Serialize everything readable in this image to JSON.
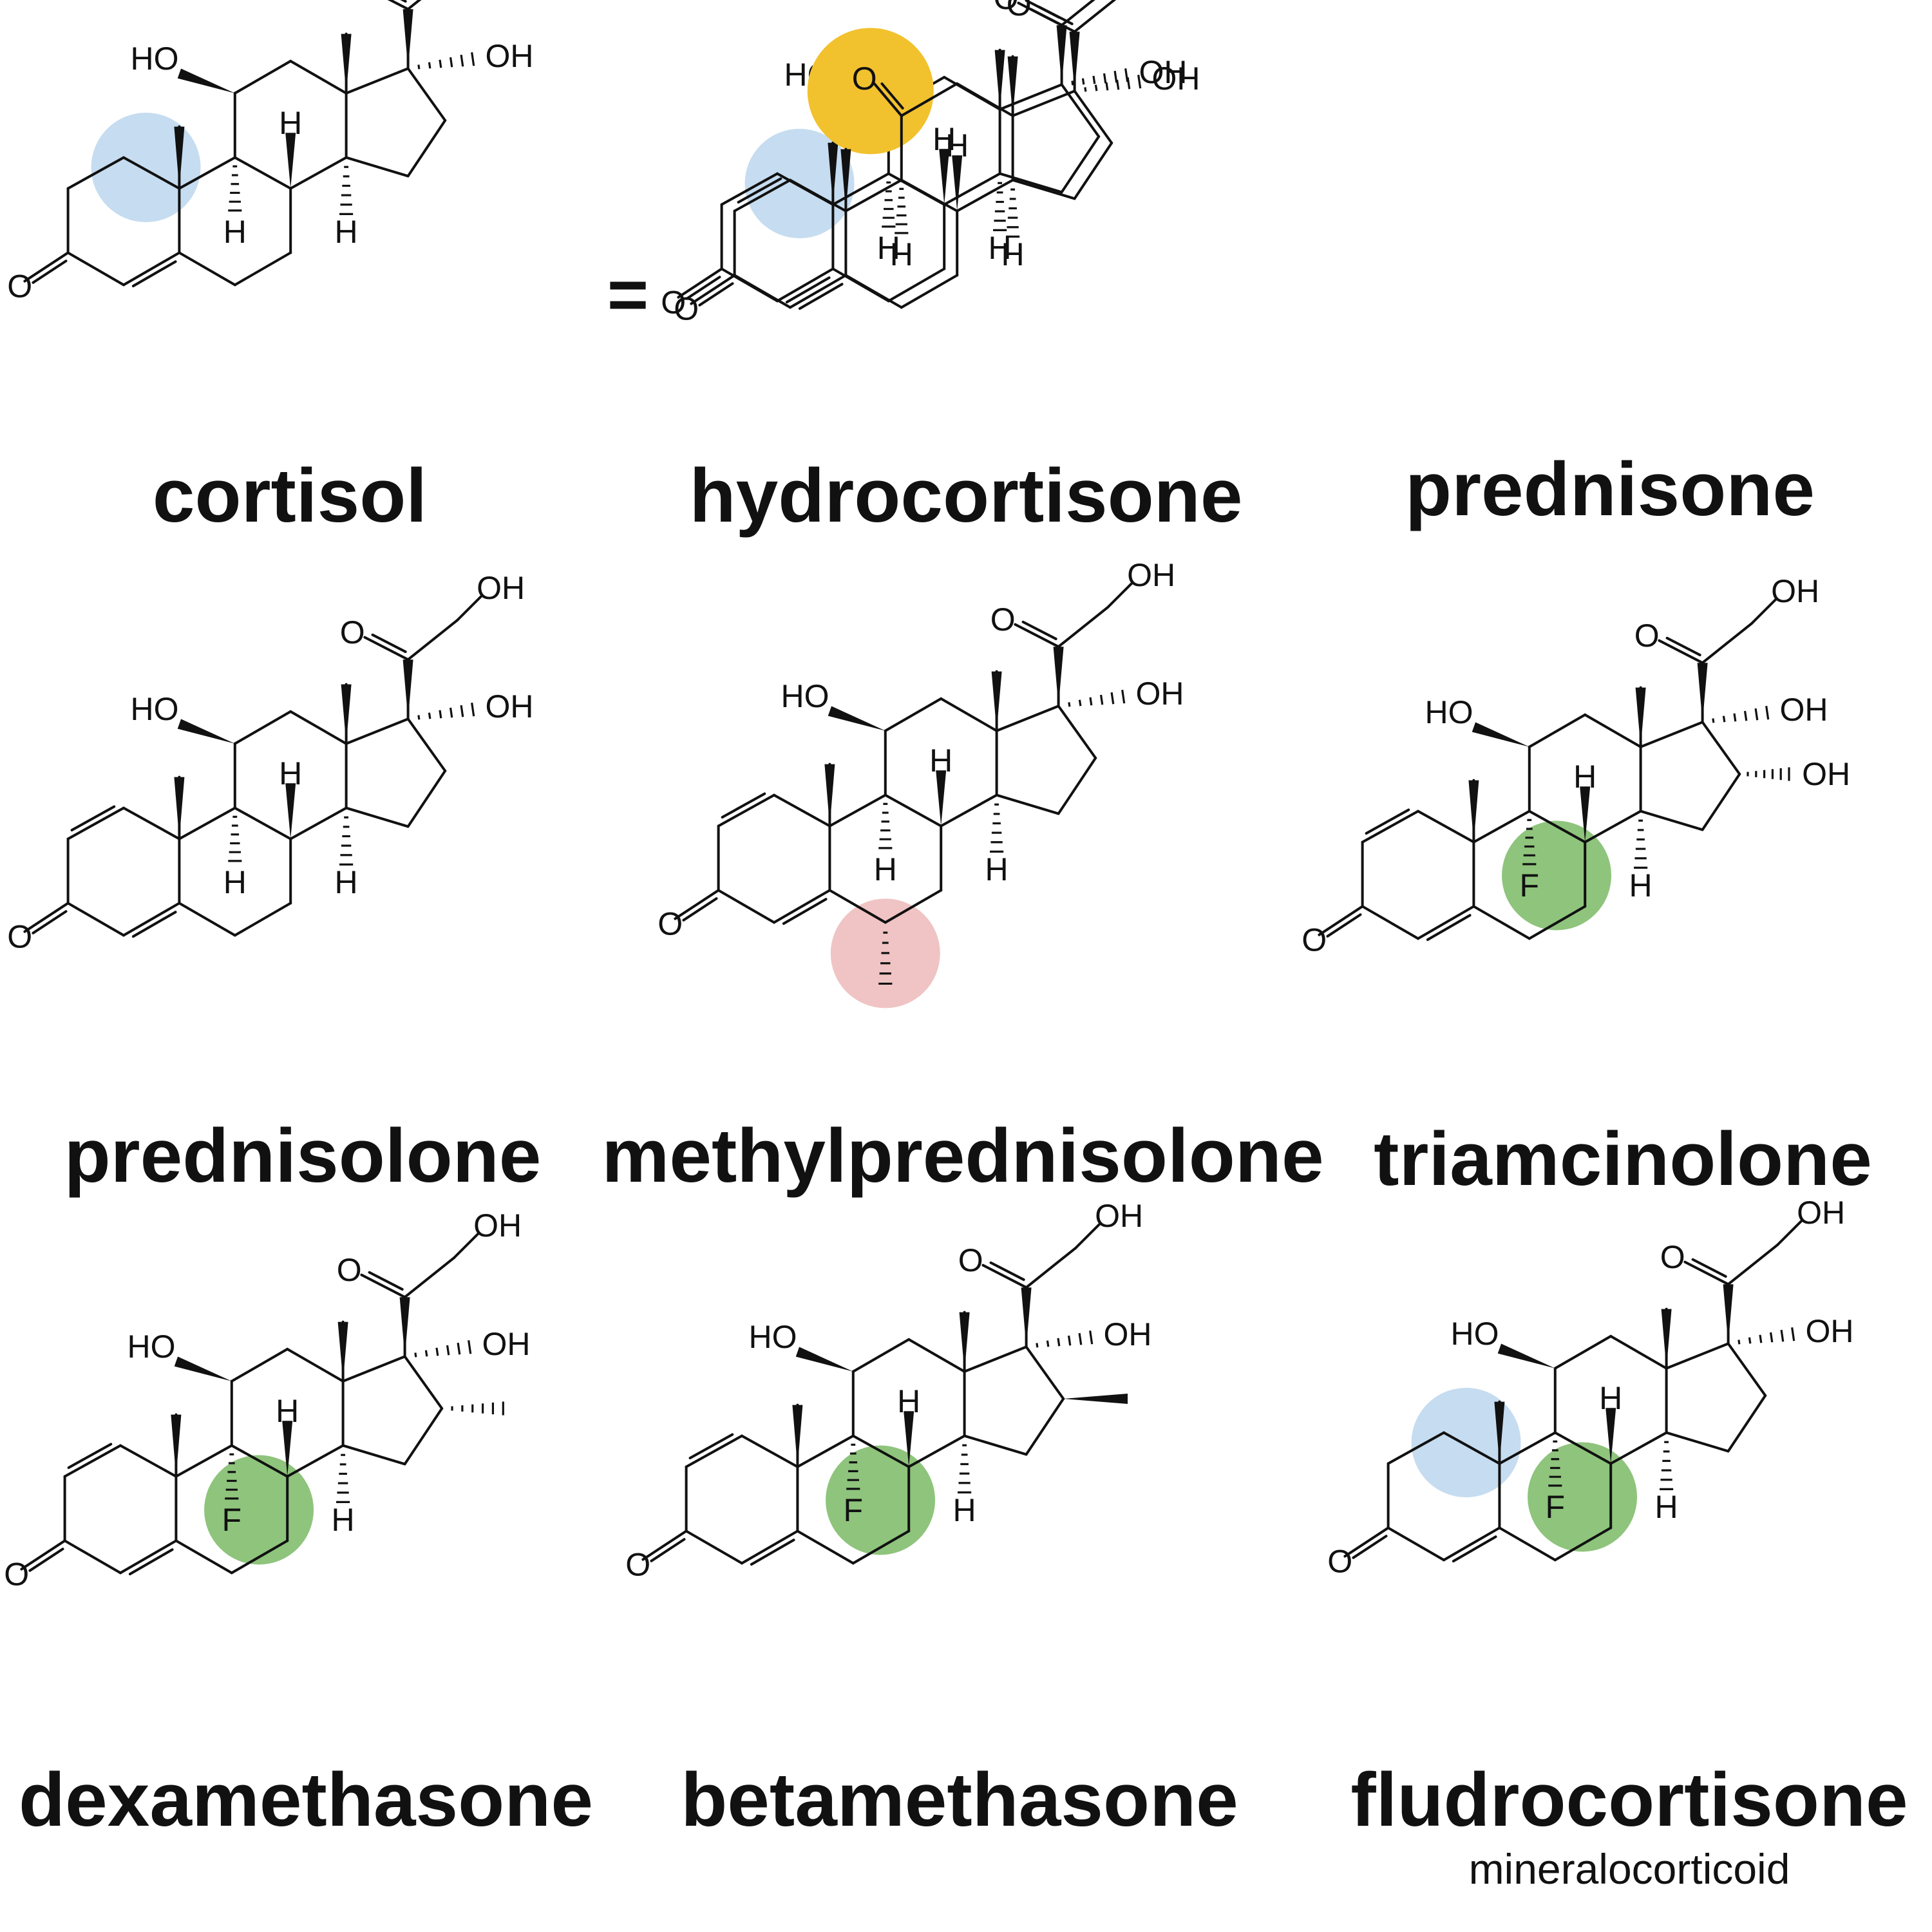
{
  "equals_sign": "=",
  "atom_labels": {
    "oh": "OH",
    "ho": "HO",
    "o": "O",
    "h": "H",
    "f": "F"
  },
  "colors": {
    "unchanged_ring": "#c6dcf0",
    "keto_11": "#f2c12e",
    "methyl_6a": "#f0c4c4",
    "fluorine_9a": "#8ec47c"
  },
  "molecules": [
    {
      "name": "cortisol",
      "ring_a": "saturated",
      "pos11": "beta-OH",
      "pos6": null,
      "pos9": "H",
      "pos16": null,
      "highlights": [
        "ring-a"
      ]
    },
    {
      "name": "hydrocortisone",
      "ring_a": "saturated",
      "pos11": "beta-OH",
      "pos6": null,
      "pos9": "H",
      "pos16": null,
      "highlights": [
        "ring-a"
      ]
    },
    {
      "name": "prednisone",
      "ring_a": "diene",
      "pos11": "keto",
      "pos6": null,
      "pos9": "H",
      "pos16": null,
      "highlights": [
        "keto-11"
      ]
    },
    {
      "name": "prednisolone",
      "ring_a": "diene",
      "pos11": "beta-OH",
      "pos6": null,
      "pos9": "H",
      "pos16": null,
      "highlights": []
    },
    {
      "name": "methylprednisolone",
      "ring_a": "diene",
      "pos11": "beta-OH",
      "pos6": "alpha-methyl",
      "pos9": "H",
      "pos16": null,
      "highlights": [
        "methyl-6a"
      ]
    },
    {
      "name": "triamcinolone",
      "ring_a": "diene",
      "pos11": "beta-OH",
      "pos6": null,
      "pos9": "F",
      "pos16": "alpha-OH",
      "highlights": [
        "fluorine-9a"
      ]
    },
    {
      "name": "dexamethasone",
      "ring_a": "diene",
      "pos11": "beta-OH",
      "pos6": null,
      "pos9": "F",
      "pos16": "alpha-methyl",
      "highlights": [
        "fluorine-9a"
      ]
    },
    {
      "name": "betamethasone",
      "ring_a": "diene",
      "pos11": "beta-OH",
      "pos6": null,
      "pos9": "F",
      "pos16": "beta-methyl",
      "highlights": [
        "fluorine-9a"
      ]
    },
    {
      "name": "fludrocortisone",
      "subtitle": "mineralocorticoid",
      "ring_a": "saturated",
      "pos11": "beta-OH",
      "pos6": null,
      "pos9": "F",
      "pos16": null,
      "highlights": [
        "ring-a",
        "fluorine-9a"
      ]
    }
  ]
}
